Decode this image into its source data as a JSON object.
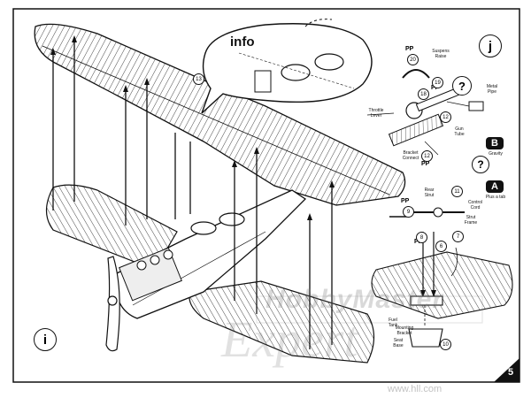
{
  "panels": {
    "left": "i",
    "right": "j",
    "page_number": "5"
  },
  "callout": {
    "label": "info"
  },
  "parts": {
    "pp_a": "PP",
    "pp_b": "PP",
    "pp_c": "PP",
    "pp_d": "PP",
    "pp_e": "PP",
    "num_20": "20",
    "num_19": "19",
    "num_18": "18",
    "num_12a": "12",
    "num_12b": "12",
    "num_13": "13",
    "num_11": "11",
    "num_9": "9",
    "num_7": "7",
    "num_8": "8",
    "num_6": "6",
    "num_10": "10"
  },
  "part_labels": {
    "l1": "Suspens\nRaise",
    "l2": "Throttle\nLever",
    "l3": "Metal\nPipe",
    "l4": "Gun\nTube",
    "l5": "Bracket\nConnect",
    "l6": "Rear\nStrut",
    "l7": "Control\nCord",
    "l8": "Strut\nFrame",
    "l9": "Fuel\nTank",
    "l10": "Seat\nBase",
    "l11": "Mounting\nBracket"
  },
  "options": {
    "b_badge": "B",
    "a_badge": "A",
    "b_caption": "Gravity",
    "a_caption": "Plus a tab"
  },
  "watermark": {
    "brand": "HobbyMaster",
    "script": "Expert",
    "url": "www.hll.com"
  }
}
